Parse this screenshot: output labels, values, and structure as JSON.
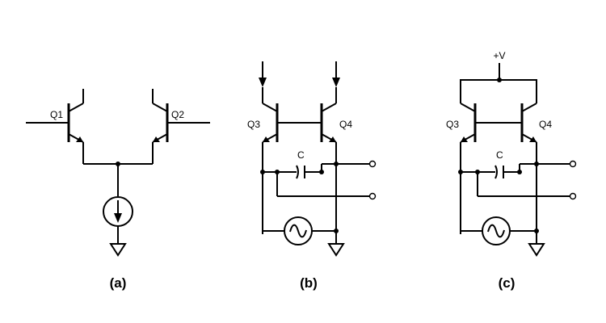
{
  "circuit_a": {
    "q1": "Q1",
    "q2": "Q2",
    "caption": "(a)"
  },
  "circuit_b": {
    "q3": "Q3",
    "q4": "Q4",
    "c": "C",
    "caption": "(b)"
  },
  "circuit_c": {
    "supply": "+V",
    "q3": "Q3",
    "q4": "Q4",
    "c": "C",
    "caption": "(c)"
  }
}
